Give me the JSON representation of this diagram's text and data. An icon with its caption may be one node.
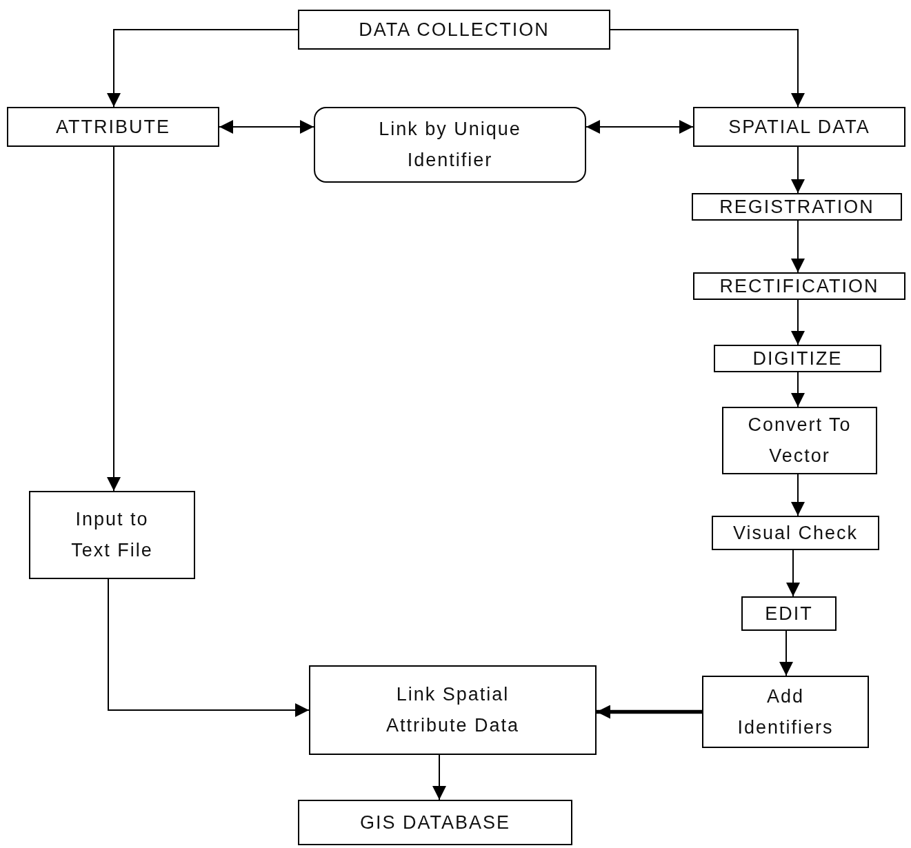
{
  "diagram": {
    "nodes": [
      {
        "text": [
          "DATA COLLECTION"
        ]
      },
      {
        "text": [
          "ATTRIBUTE"
        ]
      },
      {
        "text": [
          "Link by Unique Identifier"
        ]
      },
      {
        "text": [
          "SPATIAL DATA"
        ]
      },
      {
        "text": [
          "REGISTRATION"
        ]
      },
      {
        "text": [
          "RECTIFICATION"
        ]
      },
      {
        "text": [
          "DIGITIZE"
        ]
      },
      {
        "text": [
          "Convert To Vector"
        ]
      },
      {
        "text": [
          "Visual Check"
        ]
      },
      {
        "text": [
          "EDIT"
        ]
      },
      {
        "text": [
          "Add Identifiers"
        ]
      },
      {
        "text": [
          "Input to Text File"
        ]
      },
      {
        "text": [
          "Link Spatial Attribute Data"
        ]
      },
      {
        "text": [
          "GIS DATABASE"
        ]
      }
    ],
    "edges": [
      {
        "from": 0,
        "to": 1,
        "arrow": "to"
      },
      {
        "from": 0,
        "to": 3,
        "arrow": "to"
      },
      {
        "from": 1,
        "to": 2,
        "arrow": "both"
      },
      {
        "from": 2,
        "to": 3,
        "arrow": "both"
      },
      {
        "from": 3,
        "to": 4,
        "arrow": "to"
      },
      {
        "from": 4,
        "to": 5,
        "arrow": "to"
      },
      {
        "from": 5,
        "to": 6,
        "arrow": "to"
      },
      {
        "from": 6,
        "to": 7,
        "arrow": "to"
      },
      {
        "from": 7,
        "to": 8,
        "arrow": "to"
      },
      {
        "from": 8,
        "to": 9,
        "arrow": "to"
      },
      {
        "from": 9,
        "to": 10,
        "arrow": "to"
      },
      {
        "from": 10,
        "to": 12,
        "arrow": "to",
        "style": "thick"
      },
      {
        "from": 1,
        "to": 11,
        "arrow": "to"
      },
      {
        "from": 11,
        "to": 12,
        "arrow": "to"
      },
      {
        "from": 12,
        "to": 13,
        "arrow": "to"
      }
    ]
  }
}
